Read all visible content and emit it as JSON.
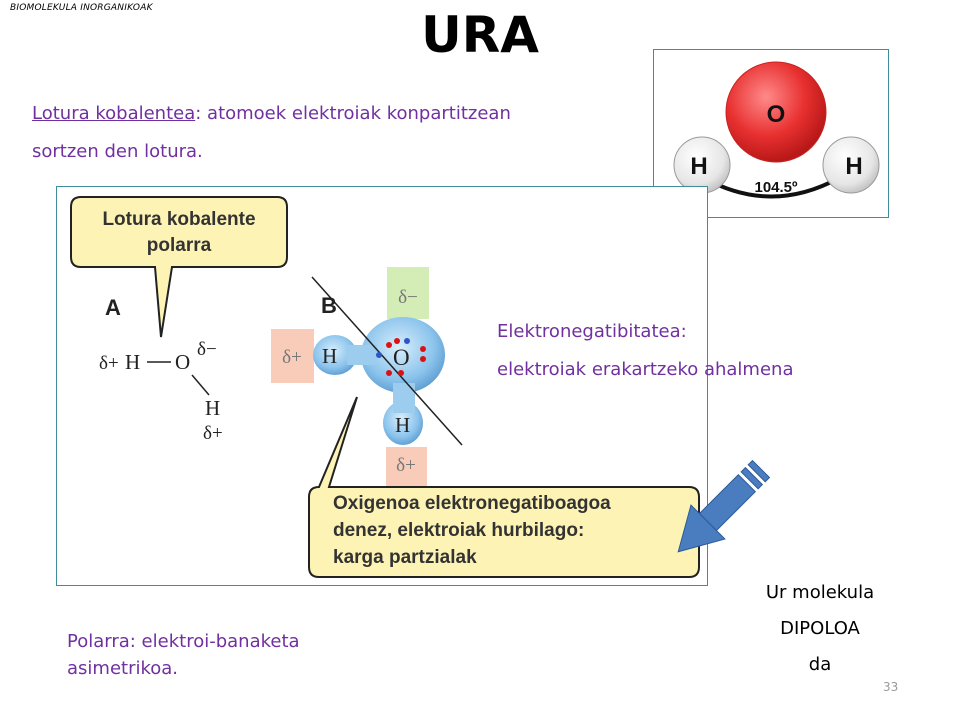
{
  "header": {
    "section_label": "BIOMOLEKULA INORGANIKOAK",
    "title": "URA"
  },
  "definition": {
    "term": "Lotura kobalentea",
    "text_line1": ": atomoek elektroiak konpartitzean",
    "text_line2": "sortzen den lotura."
  },
  "figure": {
    "callout_top": [
      "Lotura kobalente",
      "polarra"
    ],
    "label_a": "A",
    "label_b": "B",
    "atom_h": "H",
    "atom_o": "O",
    "delta_plus": "δ+",
    "delta_minus": "δ−",
    "callout_bottom": [
      "Oxigenoa elektronegatiboagoa",
      "denez, elektroiak hurbilago:",
      "karga partzialak"
    ]
  },
  "molecule_diagram": {
    "atom_o": "O",
    "atom_h_left": "H",
    "atom_h_right": "H",
    "angle": "104.5º"
  },
  "electronegativity": {
    "line1": "Elektronegatibitatea:",
    "line2": "elektroiak erakartzeko ahalmena"
  },
  "dipole": {
    "line1": "Ur molekula",
    "line2": "DIPOLOA",
    "line3": "da"
  },
  "polar_note": {
    "line1": "Polarra: elektroi-banaketa",
    "line2": "asimetrikoa."
  },
  "page_number": "33",
  "colors": {
    "accent_purple": "#7030a0",
    "callout_fill": "#fdf3b4",
    "arrow_blue": "#4a7cc0",
    "oxygen_red": "#e02a2a",
    "water_blue": "#8cc4ec"
  }
}
